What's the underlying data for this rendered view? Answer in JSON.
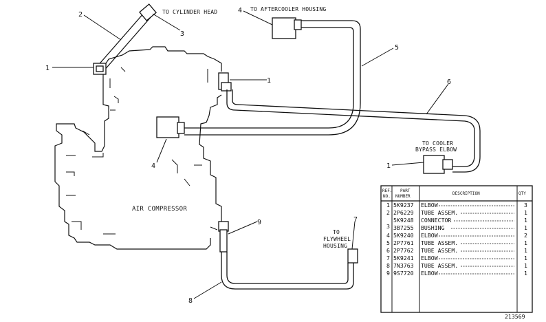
{
  "callouts": {
    "to_cylinder_head": "TO CYLINDER HEAD",
    "to_aftercooler_housing": "TO AFTERCOOLER HOUSING",
    "to_cooler_bypass_line1": "TO COOLER",
    "to_cooler_bypass_line2": "BYPASS ELBOW",
    "air_compressor": "AIR COMPRESSOR",
    "to_flywheel_line1": "TO",
    "to_flywheel_line2": "FLYWHEEL",
    "to_flywheel_line3": "HOUSING"
  },
  "ref_numbers": {
    "n2": "2",
    "n3": "3",
    "n1a": "1",
    "n4a": "4",
    "n5": "5",
    "n1b": "1",
    "n6": "6",
    "n4b": "4",
    "n1c": "1",
    "n9": "9",
    "n7": "7",
    "n8": "8"
  },
  "parts_table": {
    "headers": {
      "ref_line1": "REF.",
      "ref_line2": "NO.",
      "part_line1": "PART",
      "part_line2": "NUMBER",
      "description": "DESCRIPTION",
      "qty": "QTY"
    },
    "rows": [
      {
        "ref": "1",
        "part": "5K9237",
        "desc": "ELBOW",
        "qty": "3"
      },
      {
        "ref": "2",
        "part": "2P6229",
        "desc": "TUBE ASSEM.",
        "qty": "1"
      },
      {
        "ref": "",
        "part": "5K9248",
        "desc": "CONNECTOR",
        "qty": "1"
      },
      {
        "ref": "3",
        "part": "3B7255",
        "desc": "BUSHING",
        "qty": "1"
      },
      {
        "ref": "4",
        "part": "5K9240",
        "desc": "ELBOW",
        "qty": "2"
      },
      {
        "ref": "5",
        "part": "2P7761",
        "desc": "TUBE ASSEM.",
        "qty": "1"
      },
      {
        "ref": "6",
        "part": "2P7762",
        "desc": "TUBE ASSEM.",
        "qty": "1"
      },
      {
        "ref": "7",
        "part": "5K9241",
        "desc": "ELBOW",
        "qty": "1"
      },
      {
        "ref": "8",
        "part": "7N3763",
        "desc": "TUBE ASSEM.",
        "qty": "1"
      },
      {
        "ref": "9",
        "part": "9S7720",
        "desc": "ELBOW",
        "qty": "1"
      }
    ]
  },
  "drawing_number": "213569"
}
